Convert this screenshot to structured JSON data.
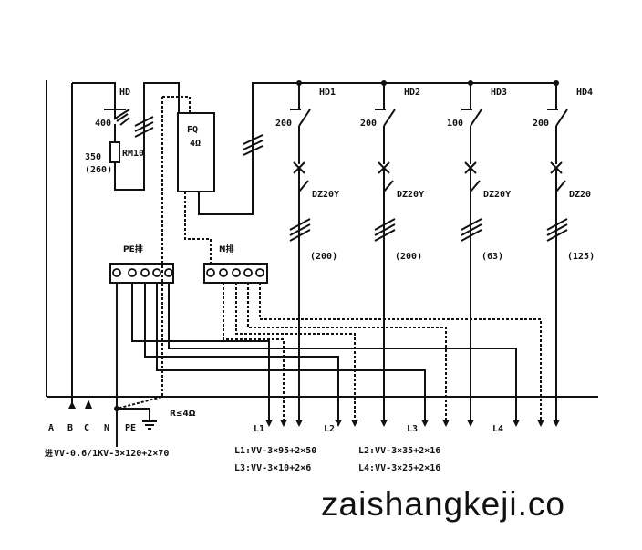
{
  "diagram": {
    "title": "Low-voltage distribution single-line diagram",
    "incoming": {
      "phases": [
        "A",
        "B",
        "C",
        "N",
        "PE"
      ],
      "cable": "VV-0.6/1KV-3×120+2×70",
      "cable_prefix": "进"
    },
    "main_switch": {
      "name": "HD",
      "rating": "400",
      "fuse": {
        "name": "RM10",
        "rating": "350",
        "setting": "(260)"
      }
    },
    "surge_protector": {
      "name": "FQ",
      "resistance": "4Ω"
    },
    "bars": {
      "pe_label": "PE排",
      "n_label": "N排"
    },
    "grounding": {
      "label": "R≤4Ω"
    },
    "feeders": [
      {
        "switch": "HD1",
        "switch_rating": "200",
        "breaker": "DZ20Y",
        "breaker_rating": "(200)",
        "line": "L1"
      },
      {
        "switch": "HD2",
        "switch_rating": "200",
        "breaker": "DZ20Y",
        "breaker_rating": "(200)",
        "line": "L2"
      },
      {
        "switch": "HD3",
        "switch_rating": "100",
        "breaker": "DZ20Y",
        "breaker_rating": "(63)",
        "line": "L3"
      },
      {
        "switch": "HD4",
        "switch_rating": "200",
        "breaker": "DZ20",
        "breaker_rating": "(125)",
        "line": "L4"
      }
    ],
    "cables": [
      {
        "line": "L1",
        "spec": "L1:VV-3×95+2×50"
      },
      {
        "line": "L2",
        "spec": "L2:VV-3×35+2×16"
      },
      {
        "line": "L3",
        "spec": "L3:VV-3×10+2×6"
      },
      {
        "line": "L4",
        "spec": "L4:VV-3×25+2×16"
      }
    ],
    "watermark": "zaishangkeji.co"
  }
}
